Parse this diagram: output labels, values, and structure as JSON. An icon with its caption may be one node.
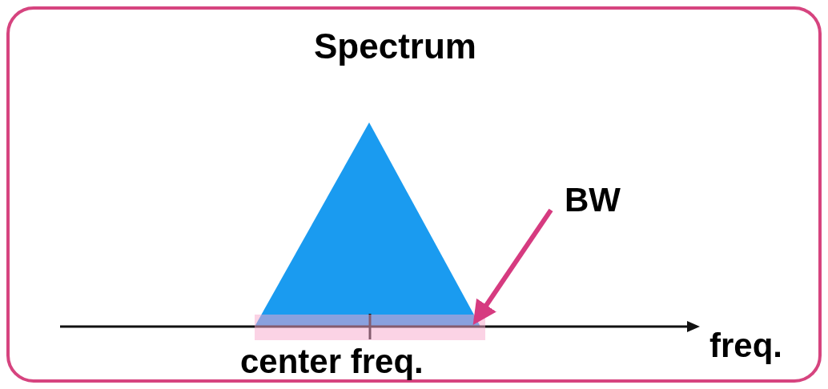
{
  "diagram": {
    "nodes": [
      {
        "text": [
          "Spectrum"
        ]
      },
      {
        "text": [
          "BW"
        ],
        "in": 0
      },
      {
        "text": [],
        "shape": "bar",
        "in": 0
      }
    ],
    "edges": [
      {
        "from": 1,
        "to": 2,
        "arrow": "to",
        "color": "#d63b80"
      }
    ],
    "labels": [
      "center freq.",
      "freq."
    ]
  }
}
